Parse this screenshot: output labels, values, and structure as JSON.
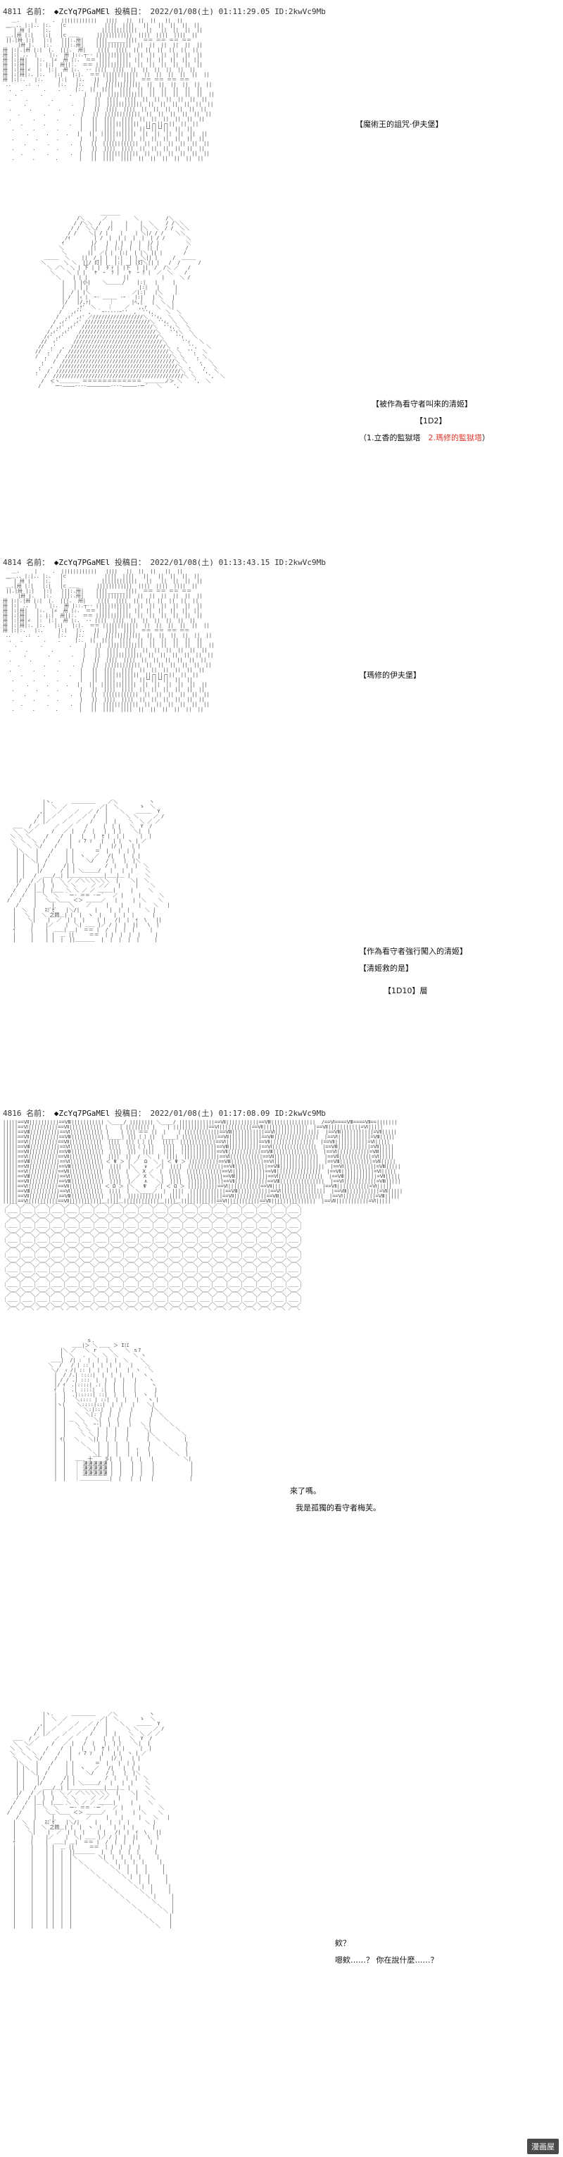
{
  "posts": [
    {
      "number": "4811",
      "name_label": "名前：",
      "trip": "◆ZcYq7PGaMEl",
      "date_label": "投稿日：",
      "datetime": "2022/01/08(土) 01:11:29.05",
      "id": "ID:2kwVc9Mb",
      "captions": {
        "line1": "【魔術王的詛咒‧伊夫堡】"
      }
    },
    {
      "captions": {
        "line1": "【被作為看守者叫來的清姬】",
        "line2": "【1D2】",
        "line3_prefix": "（1.立香的監獄塔",
        "line3_sep": "　",
        "line3_red": "2.瑪修的監獄塔",
        "line3_suffix": "）"
      }
    },
    {
      "number": "4814",
      "name_label": "名前：",
      "trip": "◆ZcYq7PGaMEl",
      "date_label": "投稿日：",
      "datetime": "2022/01/08(土) 01:13:43.15",
      "id": "ID:2kwVc9Mb",
      "captions": {
        "line1": "【瑪修的伊夫堡】"
      }
    },
    {
      "captions": {
        "line1": "【作為看守者強行闖入的清姬】",
        "line2": "【清姬救的是】",
        "line3": "【1D10】層"
      }
    },
    {
      "number": "4816",
      "name_label": "名前：",
      "trip": "◆ZcYq7PGaMEl",
      "date_label": "投稿日：",
      "datetime": "2022/01/08(土) 01:17:08.09",
      "id": "ID:2kwVc9Mb",
      "captions": {}
    },
    {
      "captions": {
        "line1": "來了嗎。",
        "line2": "我是孤獨的看守者梅芙。"
      }
    },
    {
      "captions": {
        "line1": "欸？",
        "line2": "嗯欸……？ 你在說什麼……？"
      }
    }
  ],
  "watermark": "漫画屋"
}
